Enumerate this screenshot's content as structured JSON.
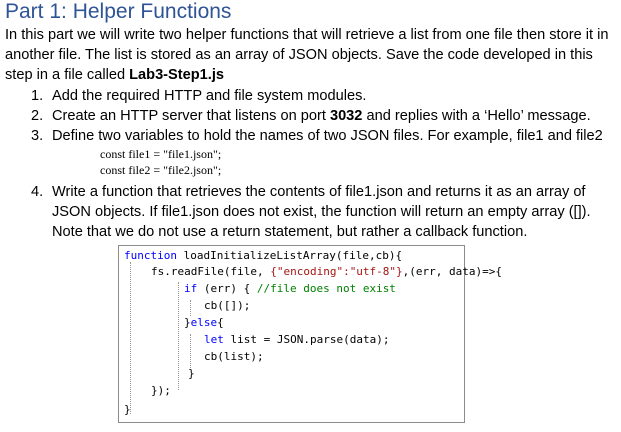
{
  "heading": "Part 1: Helper Functions",
  "intro": {
    "part1": "In this part we will write two helper functions that will retrieve a list from one file then store it in another file. The list is stored as an array of JSON objects. Save the code developed in this step in a file called ",
    "filename": "Lab3-Step1.js"
  },
  "steps": [
    {
      "num": "1.",
      "text": "Add the required HTTP and file system modules."
    },
    {
      "num": "2.",
      "text_before": "Create an HTTP server that listens on port ",
      "port": "3032",
      "text_after": " and replies with a ‘Hello’ message."
    },
    {
      "num": "3.",
      "text": "Define two variables to hold the names of two JSON files. For example, file1 and file2"
    },
    {
      "num": "4.",
      "text": "Write a function that retrieves the contents of file1.json and returns it as an array of JSON objects. If file1.json does not exist, the function will return an empty array ([]). Note that we do not use a return statement, but rather a callback function."
    }
  ],
  "const_lines": [
    "const file1 = \"file1.json\";",
    "const file2 = \"file2.json\";"
  ],
  "code": {
    "l1_kw": "function",
    "l1_rest": " loadInitializeListArray(file,cb){",
    "l2_a": "fs.readFile(file, ",
    "l2_str": "{\"encoding\":\"utf-8\"}",
    "l2_b": ",(err, data)=>{",
    "l3_kw": "if",
    "l3_a": " (err) { ",
    "l3_cm": "//file does not exist",
    "l4": "cb([]);",
    "l5_a": "}",
    "l5_kw": "else",
    "l5_b": "{",
    "l6_kw": "let",
    "l6_rest": " list = JSON.parse(data);",
    "l7": "cb(list);",
    "l8": "}",
    "l9": "});",
    "l10": "}"
  },
  "colors": {
    "heading": "#2f5496",
    "keyword": "#0000ff",
    "string": "#a31515",
    "comment": "#008000"
  }
}
